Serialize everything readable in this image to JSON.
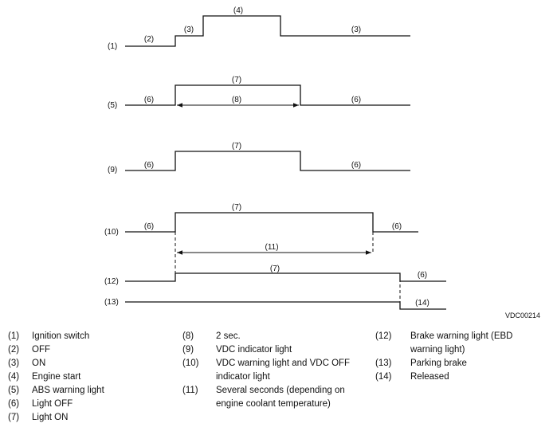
{
  "figure_code": "VDC00214",
  "diagram": {
    "row_labels": [
      "(1)",
      "(5)",
      "(9)",
      "(10)",
      "(12)",
      "(13)"
    ],
    "segment_labels": {
      "r1": [
        "(2)",
        "(3)",
        "(4)",
        "(3)"
      ],
      "r5": [
        "(6)",
        "(7)",
        "(8)",
        "(6)"
      ],
      "r9": [
        "(6)",
        "(7)",
        "(6)"
      ],
      "r10": [
        "(6)",
        "(7)",
        "(11)",
        "(6)"
      ],
      "r12": [
        "(7)",
        "(6)"
      ],
      "r13": [
        "(14)"
      ]
    }
  },
  "legend": {
    "col1": [
      {
        "num": "(1)",
        "text": "Ignition switch"
      },
      {
        "num": "(2)",
        "text": "OFF"
      },
      {
        "num": "(3)",
        "text": "ON"
      },
      {
        "num": "(4)",
        "text": "Engine start"
      },
      {
        "num": "(5)",
        "text": "ABS warning light"
      },
      {
        "num": "(6)",
        "text": "Light OFF"
      },
      {
        "num": "(7)",
        "text": "Light ON"
      }
    ],
    "col2": [
      {
        "num": "(8)",
        "text": "2 sec."
      },
      {
        "num": "(9)",
        "text": "VDC indicator light"
      },
      {
        "num": "(10)",
        "text": "VDC warning light and VDC OFF indicator light"
      },
      {
        "num": "(11)",
        "text": "Several seconds (depending on engine coolant temperature)"
      }
    ],
    "col3": [
      {
        "num": "(12)",
        "text": "Brake warning light (EBD warning light)"
      },
      {
        "num": "(13)",
        "text": "Parking brake"
      },
      {
        "num": "(14)",
        "text": "Released"
      }
    ]
  }
}
